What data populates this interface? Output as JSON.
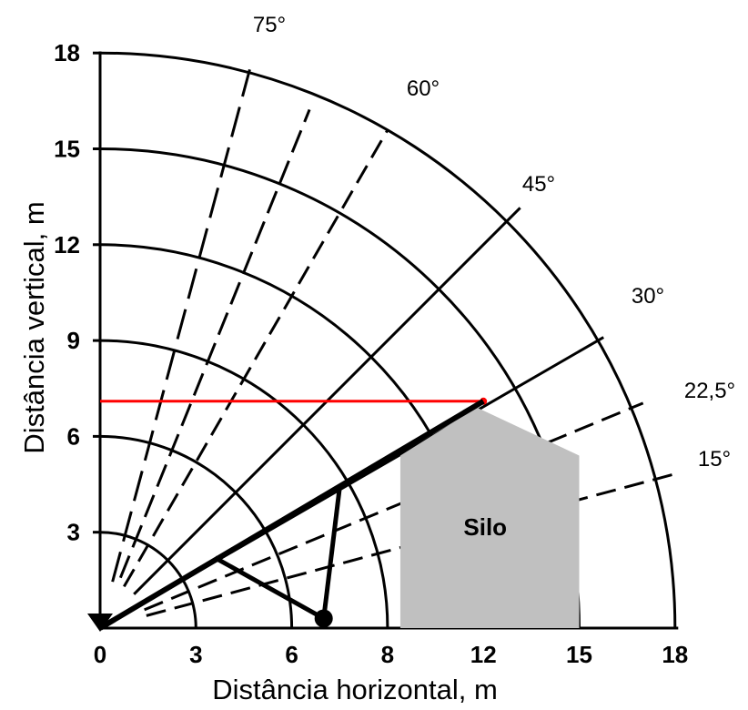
{
  "chart_data": {
    "type": "diagram",
    "xlabel": "Distância horizontal, m",
    "ylabel": "Distância vertical, m",
    "x_ticks": [
      "0",
      "3",
      "6",
      "8",
      "12",
      "15",
      "18"
    ],
    "y_ticks": [
      "3",
      "6",
      "9",
      "12",
      "15",
      "18"
    ],
    "radii": [
      3,
      6,
      9,
      12,
      15,
      18
    ],
    "angle_lines": [
      {
        "angle": 15,
        "label": "15°"
      },
      {
        "angle": 22.5,
        "label": "22,5°"
      },
      {
        "angle": 30,
        "label": "30°"
      },
      {
        "angle": 45,
        "label": "45°"
      },
      {
        "angle": 60,
        "label": "60°"
      },
      {
        "angle": 75,
        "label": "75°"
      }
    ],
    "silo": {
      "label": "Silo",
      "x_left": 9.4,
      "x_right": 15,
      "eave_height": 5.4,
      "peak_x": 11.8,
      "peak_height": 6.9,
      "color": "#c0c0c0"
    },
    "reference_line": {
      "y": 7.1,
      "x_to": 12,
      "color": "#ff0000"
    },
    "boom": {
      "from": [
        0,
        0
      ],
      "to": [
        12,
        7.1
      ]
    },
    "support": {
      "base": [
        7,
        0.3
      ],
      "top_boom": [
        7.5,
        4.4
      ],
      "bottom_boom": [
        3.6,
        2.2
      ]
    },
    "colors": {
      "accent": "#ff0000",
      "silo": "#c0c0c0",
      "lines": "#000000"
    }
  }
}
